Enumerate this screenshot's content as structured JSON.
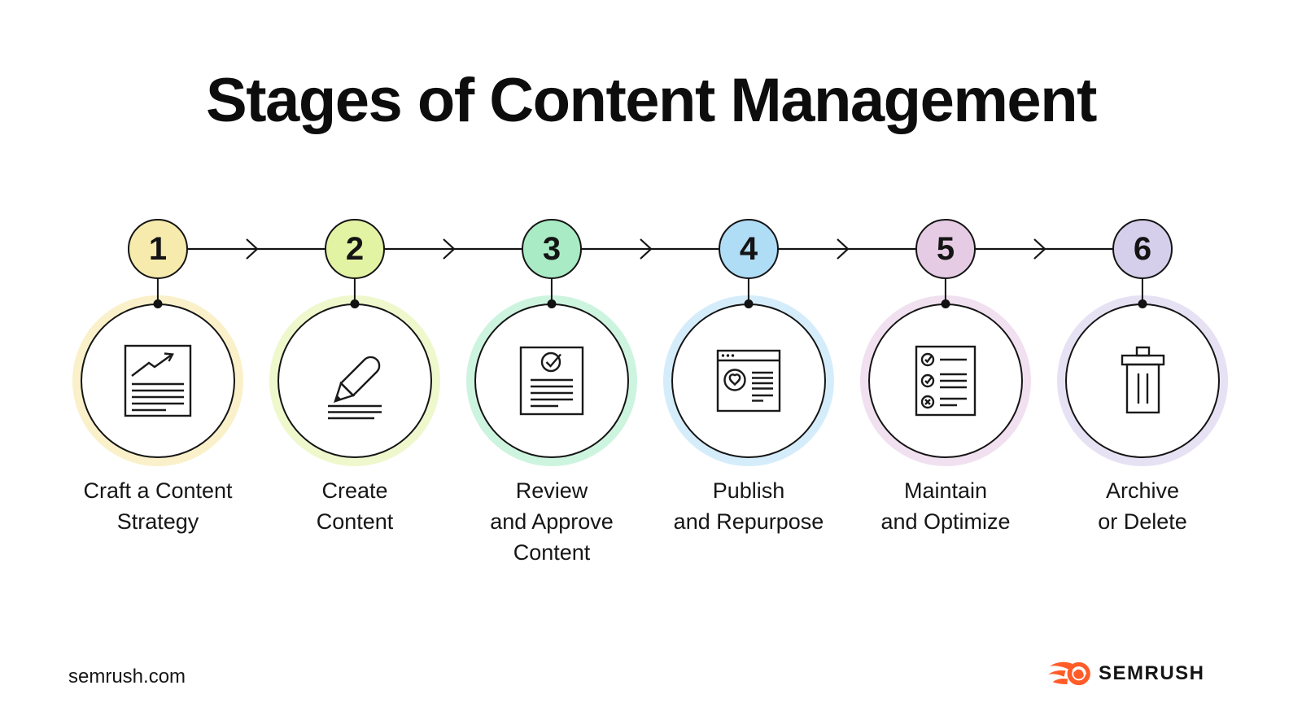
{
  "title": "Stages of Content Management",
  "footer": {
    "website": "semrush.com",
    "brand": "SEMRUSH"
  },
  "brand_color": "#FF5C28",
  "line_color": "#141414",
  "stages": [
    {
      "number": "1",
      "label": "Craft a Content Strategy",
      "label_lines": [
        "Craft a Content",
        "Strategy"
      ],
      "icon": "chart-document-icon",
      "circle_color": "#F6EBAC",
      "glow_color": "#FAF1CA"
    },
    {
      "number": "2",
      "label": "Create Content",
      "label_lines": [
        "Create",
        "Content"
      ],
      "icon": "pencil-icon",
      "circle_color": "#E3F3A4",
      "glow_color": "#EFF8CD"
    },
    {
      "number": "3",
      "label": "Review and Approve Content",
      "label_lines": [
        "Review",
        "and Approve",
        "Content"
      ],
      "icon": "approved-document-icon",
      "circle_color": "#A9EBC4",
      "glow_color": "#CDF4DF"
    },
    {
      "number": "4",
      "label": "Publish and Repurpose",
      "label_lines": [
        "Publish",
        "and Repurpose"
      ],
      "icon": "browser-heart-icon",
      "circle_color": "#AFDDF6",
      "glow_color": "#D5EDFB"
    },
    {
      "number": "5",
      "label": "Maintain and Optimize",
      "label_lines": [
        "Maintain",
        "and Optimize"
      ],
      "icon": "checklist-icon",
      "circle_color": "#E5CCE4",
      "glow_color": "#F1E1F0"
    },
    {
      "number": "6",
      "label": "Archive or Delete",
      "label_lines": [
        "Archive",
        "or Delete"
      ],
      "icon": "trash-icon",
      "circle_color": "#D6CFEB",
      "glow_color": "#E6E2F4"
    }
  ]
}
